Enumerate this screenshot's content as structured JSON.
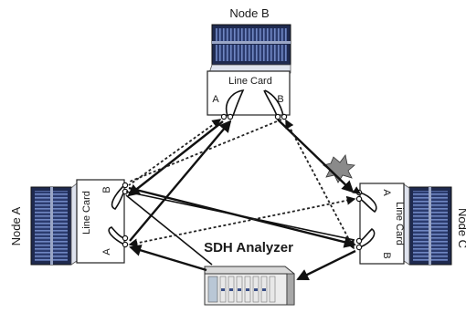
{
  "nodes": {
    "b": {
      "name": "Node B"
    },
    "a": {
      "name": "Node A"
    },
    "c": {
      "name": "Node C"
    }
  },
  "line_card": {
    "label": "Line Card",
    "port_a": "A",
    "port_b": "B"
  },
  "analyzer": {
    "name": "SDH Analyzer"
  },
  "colors": {
    "rack_blue": "#3a4f86",
    "rack_dark": "#1f2a4f",
    "line": "#111111",
    "burst_fill": "#8a8a8a"
  },
  "icons": [
    "equipment-rack-icon",
    "analyzer-icon",
    "fault-burst-icon"
  ]
}
